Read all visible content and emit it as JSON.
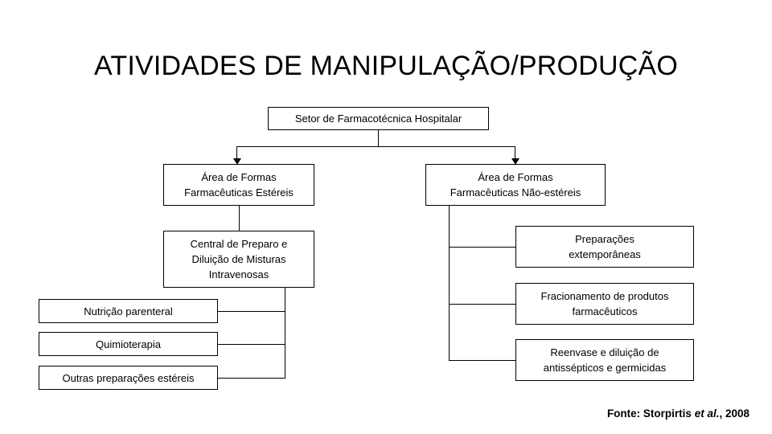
{
  "slide": {
    "title": "ATIVIDADES DE MANIPULAÇÃO/PRODUÇÃO",
    "background_color": "#ffffff",
    "text_color": "#000000",
    "line_color": "#000000"
  },
  "diagram": {
    "type": "org-chart",
    "root": {
      "label": "Setor de Farmacotécnica Hospitalar"
    },
    "branches": [
      {
        "id": "sterile",
        "label": "Área de Formas Farmacêuticas Estéreis",
        "label_line1": "Área de Formas",
        "label_line2": "Farmacêuticas Estéreis",
        "child": {
          "label": "Central de Preparo e Diluição de Misturas Intravenosas",
          "label_line1": "Central de Preparo e",
          "label_line2": "Diluição de Misturas",
          "label_line3": "Intravenosas",
          "leaves": [
            {
              "label": "Nutrição parenteral"
            },
            {
              "label": "Quimioterapia"
            },
            {
              "label": "Outras preparações estéreis"
            }
          ]
        }
      },
      {
        "id": "non-sterile",
        "label": "Área de Formas Farmacêuticas Não-estéreis",
        "label_line1": "Área de Formas",
        "label_line2": "Farmacêuticas Não-estéreis",
        "leaves": [
          {
            "label": "Preparações extemporâneas",
            "line1": "Preparações",
            "line2": "extemporâneas"
          },
          {
            "label": "Fracionamento de produtos farmacêuticos",
            "line1": "Fracionamento de produtos",
            "line2": "farmacêuticos"
          },
          {
            "label": "Reenvase e diluição de antissépticos e germicidas",
            "line1": "Reenvase e diluição de",
            "line2": "antissépticos e germicidas"
          }
        ]
      }
    ]
  },
  "source": {
    "prefix": "Fonte: Storpirtis ",
    "italic": "et al.",
    "suffix": ", 2008"
  }
}
